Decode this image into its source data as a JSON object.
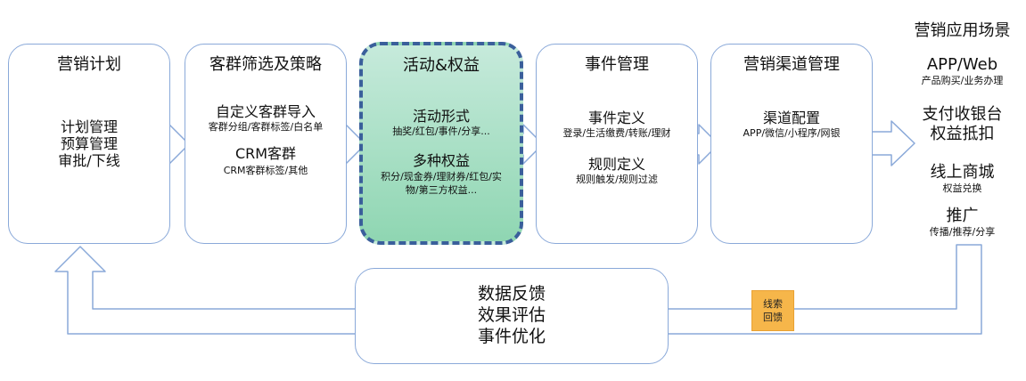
{
  "cards": [
    {
      "title": "营销计划",
      "items": [
        "计划管理",
        "预算管理",
        "审批/下线"
      ]
    },
    {
      "title": "客群筛选及策略",
      "groups": [
        {
          "heading": "自定义客群导入",
          "detail": "客群分组/客群标签/白名单"
        },
        {
          "heading": "CRM客群",
          "detail": "CRM客群标签/其他"
        }
      ]
    },
    {
      "title": "活动&权益",
      "highlighted": true,
      "groups": [
        {
          "heading": "活动形式",
          "detail": "抽奖/红包/事件/分享..."
        },
        {
          "heading": "多种权益",
          "detail": "积分/现金券/理财券/红包/实",
          "detail2": "物/第三方权益..."
        }
      ]
    },
    {
      "title": "事件管理",
      "groups": [
        {
          "heading": "事件定义",
          "detail": "登录/生活缴费/转账/理财"
        },
        {
          "heading": "规则定义",
          "detail": "规则触发/规则过滤"
        }
      ]
    },
    {
      "title": "营销渠道管理",
      "groups": [
        {
          "heading": "渠道配置",
          "detail": "APP/微信/小程序/网银"
        }
      ]
    }
  ],
  "scenes": {
    "title": "营销应用场景",
    "items": [
      {
        "heading": "APP/Web",
        "detail": "产品购买/业务办理"
      },
      {
        "heading": "支付收银台",
        "heading2": "权益抵扣"
      },
      {
        "heading": "线上商城",
        "detail": "权益兑换"
      },
      {
        "heading": "推广",
        "detail": "传播/推荐/分享"
      }
    ]
  },
  "feedback": {
    "lines": [
      "数据反馈",
      "效果评估",
      "事件优化"
    ]
  },
  "note": {
    "line1": "线索",
    "line2": "回馈"
  },
  "colors": {
    "border": "#8aa9d9",
    "highlight_border": "#3a5f9b",
    "highlight_fill": "#8fd6b2",
    "note_fill": "#f6b64a"
  }
}
